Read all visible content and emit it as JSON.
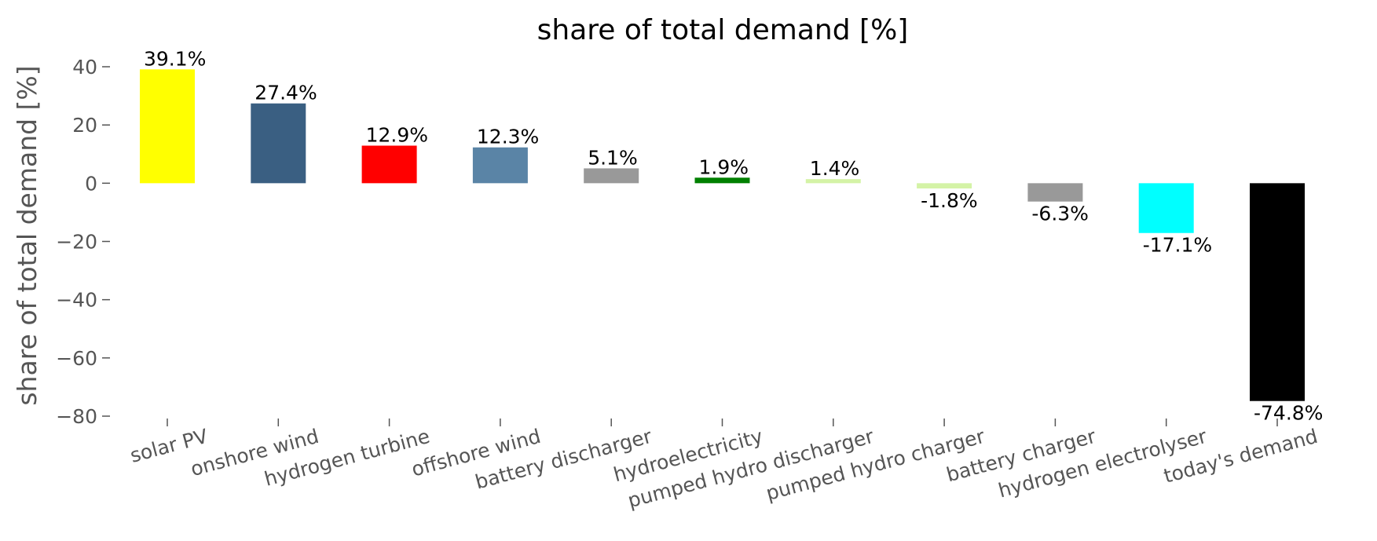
{
  "chart_data": {
    "type": "bar",
    "title": "share of total demand [%]",
    "xlabel": "",
    "ylabel": "share of total demand [%]",
    "ylim": [
      -80,
      40
    ],
    "yticks": [
      40,
      20,
      0,
      -20,
      -40,
      -60,
      -80
    ],
    "ytick_labels": [
      "40",
      "20",
      "0",
      "−20",
      "−40",
      "−60",
      "−80"
    ],
    "grid": false,
    "categories": [
      "solar PV",
      "onshore wind",
      "hydrogen turbine",
      "offshore wind",
      "battery discharger",
      "hydroelectricity",
      "pumped hydro discharger",
      "pumped hydro charger",
      "battery charger",
      "hydrogen electrolyser",
      "today's demand"
    ],
    "values": [
      39.1,
      27.4,
      12.9,
      12.3,
      5.1,
      1.9,
      1.4,
      -1.8,
      -6.3,
      -17.1,
      -74.8
    ],
    "data_labels": [
      "39.1%",
      "27.4%",
      "12.9%",
      "12.3%",
      "5.1%",
      "1.9%",
      "1.4%",
      "-1.8%",
      "-6.3%",
      "-17.1%",
      "-74.8%"
    ],
    "colors": [
      "#ffff00",
      "#3a5f82",
      "#ff0000",
      "#5a84a6",
      "#999999",
      "#008000",
      "#d4f3a6",
      "#d4f3a6",
      "#999999",
      "#00ffff",
      "#000000"
    ]
  }
}
